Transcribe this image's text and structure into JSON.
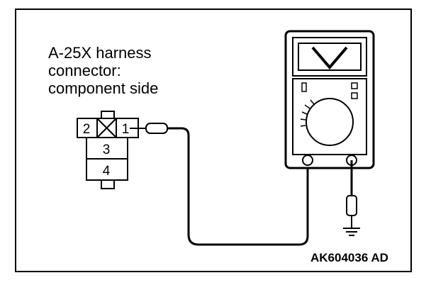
{
  "diagram": {
    "caption_lines": [
      "A-25X harness",
      "connector:",
      "component side"
    ],
    "connector": {
      "pins": [
        {
          "label": "2"
        },
        {
          "label": "1"
        },
        {
          "label": "3"
        },
        {
          "label": "4"
        }
      ]
    },
    "meter": {
      "display_symbol": "V"
    },
    "reference_code": "AK604036 AD"
  },
  "colors": {
    "line": "#000000",
    "background": "#ffffff"
  }
}
